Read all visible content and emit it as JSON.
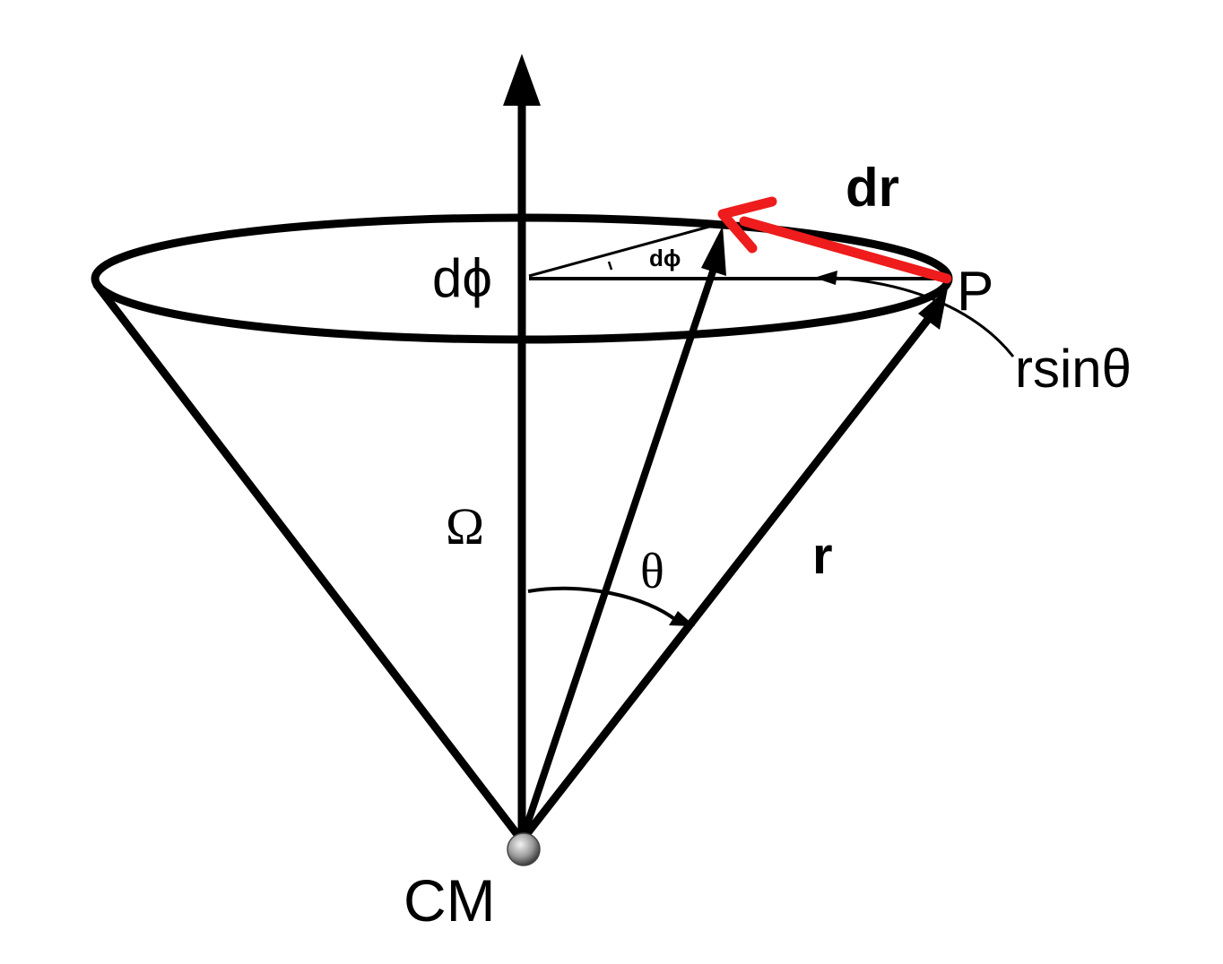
{
  "labels": {
    "omega": "Ω",
    "theta": "θ",
    "r_bold": "r",
    "dr_d": "d",
    "dr_r": "r",
    "point_p": "P",
    "rsin_theta": "rsinθ",
    "dphi_large": "dϕ",
    "dphi_small": "dϕ",
    "center_of_mass": "CM"
  },
  "colors": {
    "stroke": "#000000",
    "dr_vector": "#ee1c1c",
    "background": "#ffffff"
  }
}
